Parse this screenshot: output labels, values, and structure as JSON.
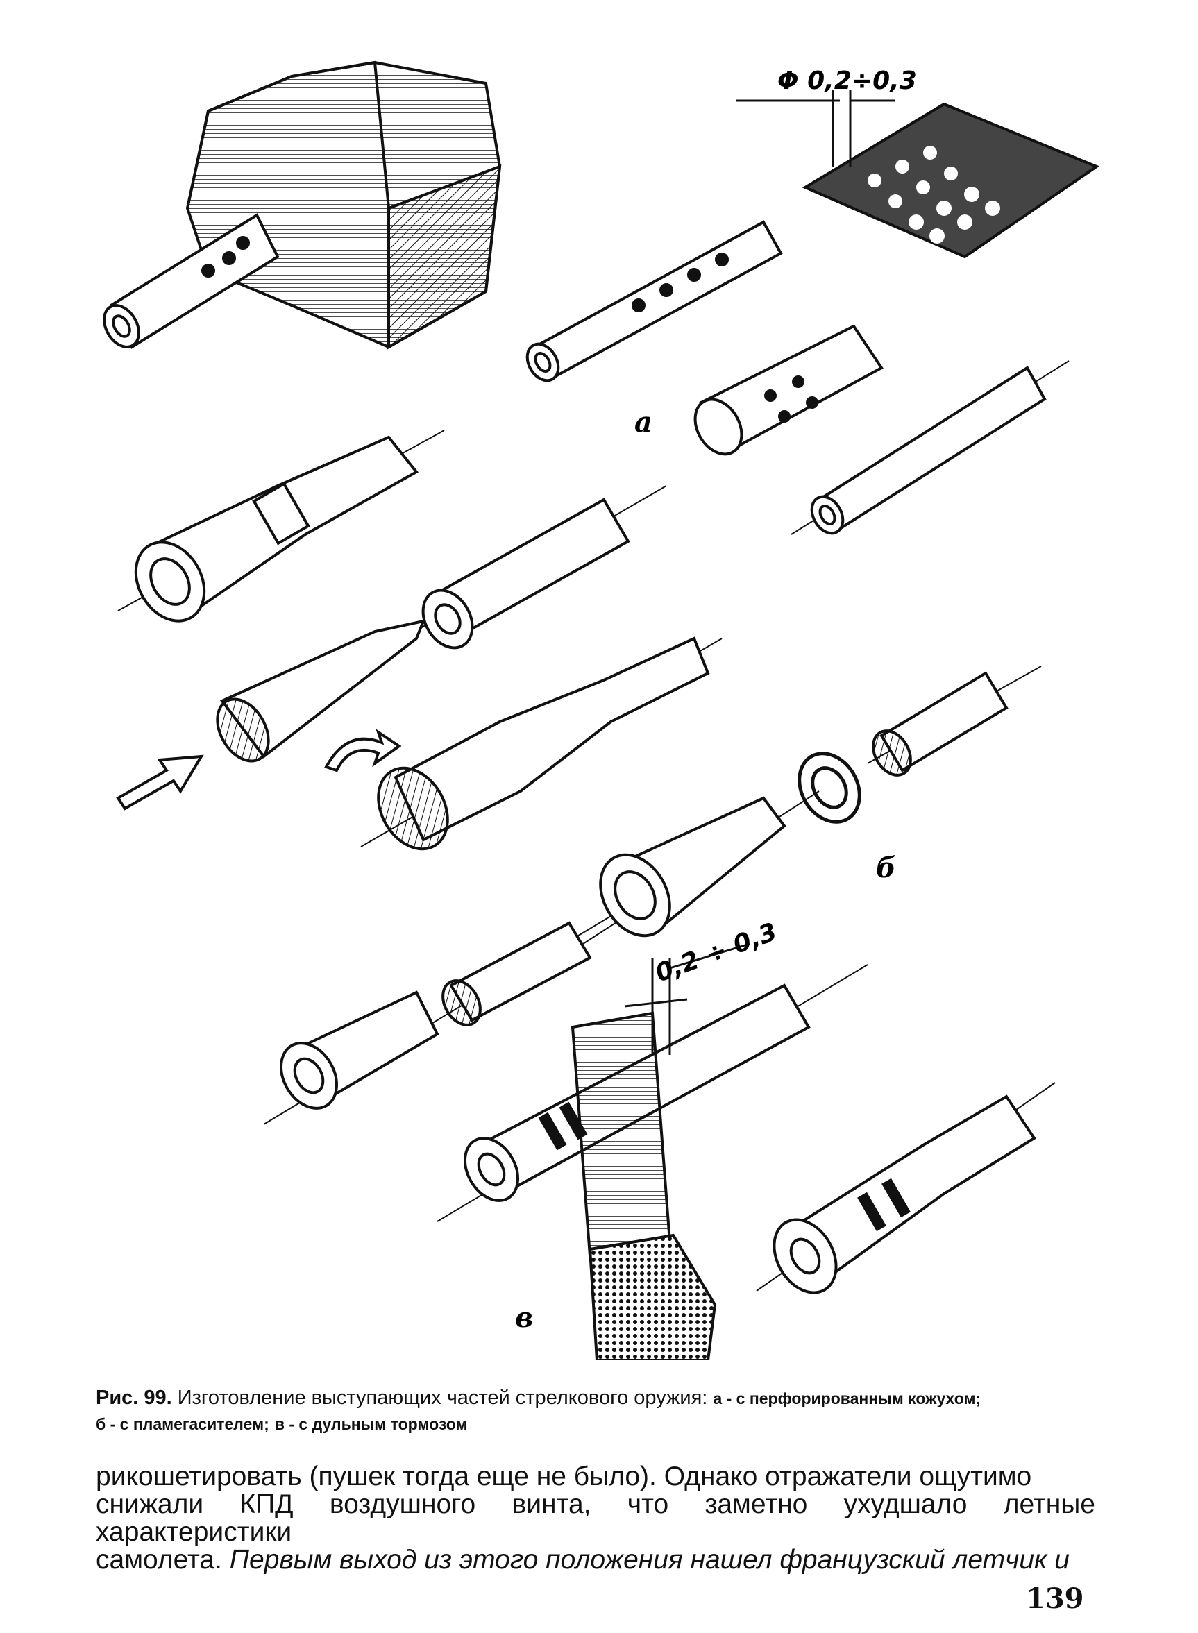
{
  "figure": {
    "label_a": "а",
    "label_b": "б",
    "label_v": "в",
    "dim_top": "Φ 0,2÷0,3",
    "dim_bottom": "0,2 ÷ 0,3"
  },
  "caption": {
    "fig_number": "Рис. 99.",
    "title": "Изготовление выступающих частей стрелкового оружия:",
    "part_a": "а - с перфорированным кожухом;",
    "part_b": "б - с пламегасителем;",
    "part_v": "в - с дульным тормозом"
  },
  "body": {
    "line1": "рикошетировать (пушек тогда еще не было). Однако отражатели ощутимо",
    "line2": "снижали КПД воздушного винта, что заметно ухудшало летные характеристики",
    "line3_normal": "самолета.",
    "line3_italic": "Первым выход из этого положения нашел французский летчик и"
  },
  "page_number": "139"
}
